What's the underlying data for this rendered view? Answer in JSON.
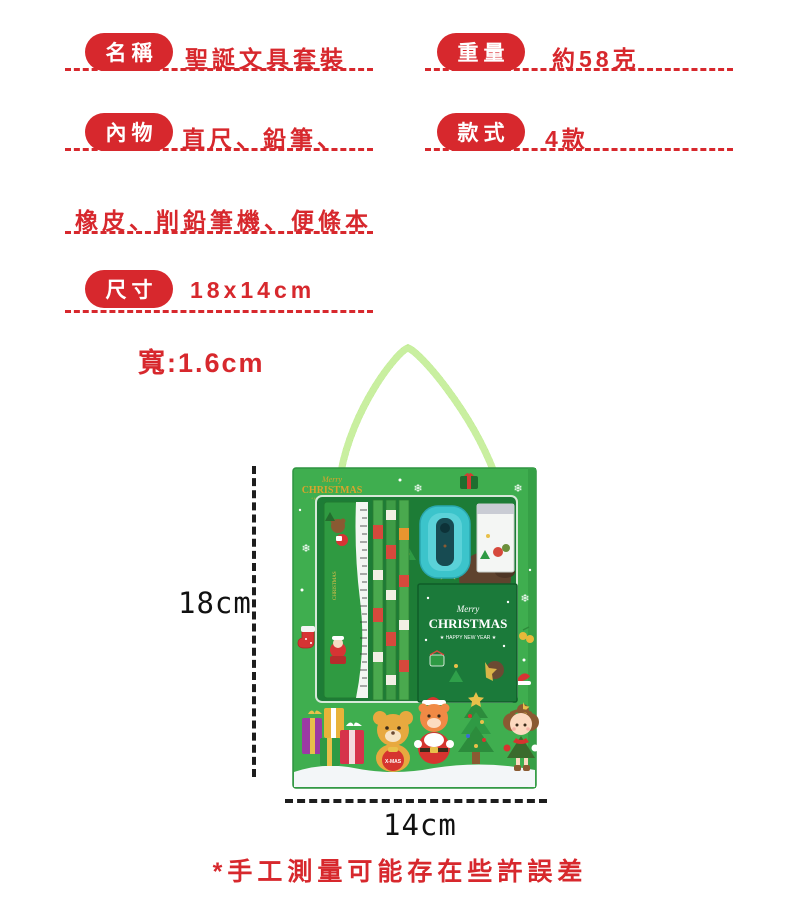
{
  "accent_color": "#d7282d",
  "specs": {
    "rows": [
      {
        "label": "名稱",
        "value": "聖誕文具套裝"
      },
      {
        "label": "重量",
        "value": "約58克"
      },
      {
        "label": "內物",
        "value": "直尺、鉛筆、"
      },
      {
        "label": "款式",
        "value": "4款"
      },
      {
        "label": "尺寸",
        "value": "18x14cm"
      }
    ],
    "contents_continued": "橡皮、削鉛筆機、便條本",
    "width_note": "寬:1.6cm"
  },
  "measurements": {
    "height": "18cm",
    "width": "14cm"
  },
  "footnote": "*手工測量可能存在些許誤差",
  "product": {
    "box_logo_line1": "Merry",
    "box_logo_line2": "CHRISTMAS",
    "box_logo_line3": "* HAPPY NEW YEAR *",
    "notepad_line1": "Merry",
    "notepad_line2": "CHRISTMAS",
    "notepad_line3": "★ HAPPY NEW YEAR ★",
    "bear_ball_text": "X-MAS",
    "snowflake_glyph": "❄",
    "colors": {
      "box_green": "#3fae4f",
      "window_green": "#1d7c36",
      "handle_green": "#a8e567",
      "sharpener_teal": "#3cc4cb",
      "notepad_green": "#1b7a3a",
      "logo_gold": "#d9a42c"
    }
  }
}
